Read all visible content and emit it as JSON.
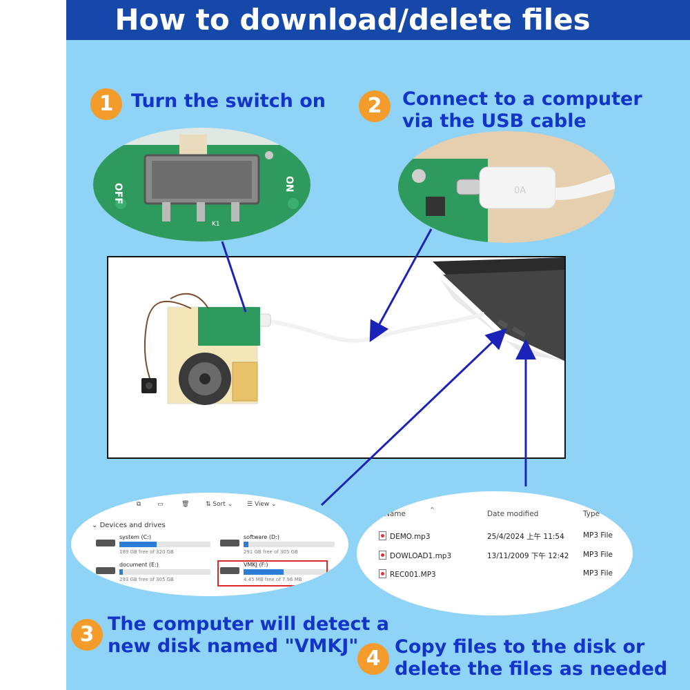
{
  "title": "How to download/delete files",
  "steps": [
    {
      "number": "1",
      "text": "Turn the switch on"
    },
    {
      "number": "2",
      "line1": "Connect to a computer",
      "line2": "via the USB cable"
    },
    {
      "number": "3",
      "line1": "The computer will detect a",
      "line2": "new disk named \"VMKJ\""
    },
    {
      "number": "4",
      "line1": "Copy files to the disk or",
      "line2": "delete the files as needed"
    }
  ],
  "switch_photo": {
    "off_label": "OFF",
    "on_label": "ON",
    "part_label": "K1"
  },
  "cable_photo": {
    "plug_label": "0A"
  },
  "explorer": {
    "toolbar": {
      "sort_label": "Sort",
      "view_label": "View"
    },
    "section_title": "Devices and drives",
    "drives": [
      {
        "name": "system (C:)",
        "free": "189 GB free of 320 GB",
        "used_fraction": 0.41
      },
      {
        "name": "software (D:)",
        "free": "291 GB free of 305 GB",
        "used_fraction": 0.05
      },
      {
        "name": "document (E:)",
        "free": "293 GB free of 305 GB",
        "used_fraction": 0.04
      },
      {
        "name": "VMKJ (F:)",
        "free": "4.45 MB free of 7.96 MB",
        "used_fraction": 0.44
      }
    ]
  },
  "file_list": {
    "columns": [
      "Name",
      "Date modified",
      "Type"
    ],
    "rows": [
      {
        "name": "DEMO.mp3",
        "date": "25/4/2024 上午 11:54",
        "type": "MP3 File"
      },
      {
        "name": "DOWLOAD1.mp3",
        "date": "13/11/2009 下午 12:42",
        "type": "MP3 File"
      },
      {
        "name": "REC001.MP3",
        "date": "",
        "type": "MP3 File"
      }
    ]
  },
  "colors": {
    "background": "#8fd3f6",
    "title_bar": "#1648aa",
    "badge": "#f39c2b",
    "step_text": "#1234c8",
    "arrow": "#1b22b8",
    "highlight": "#e02828"
  }
}
